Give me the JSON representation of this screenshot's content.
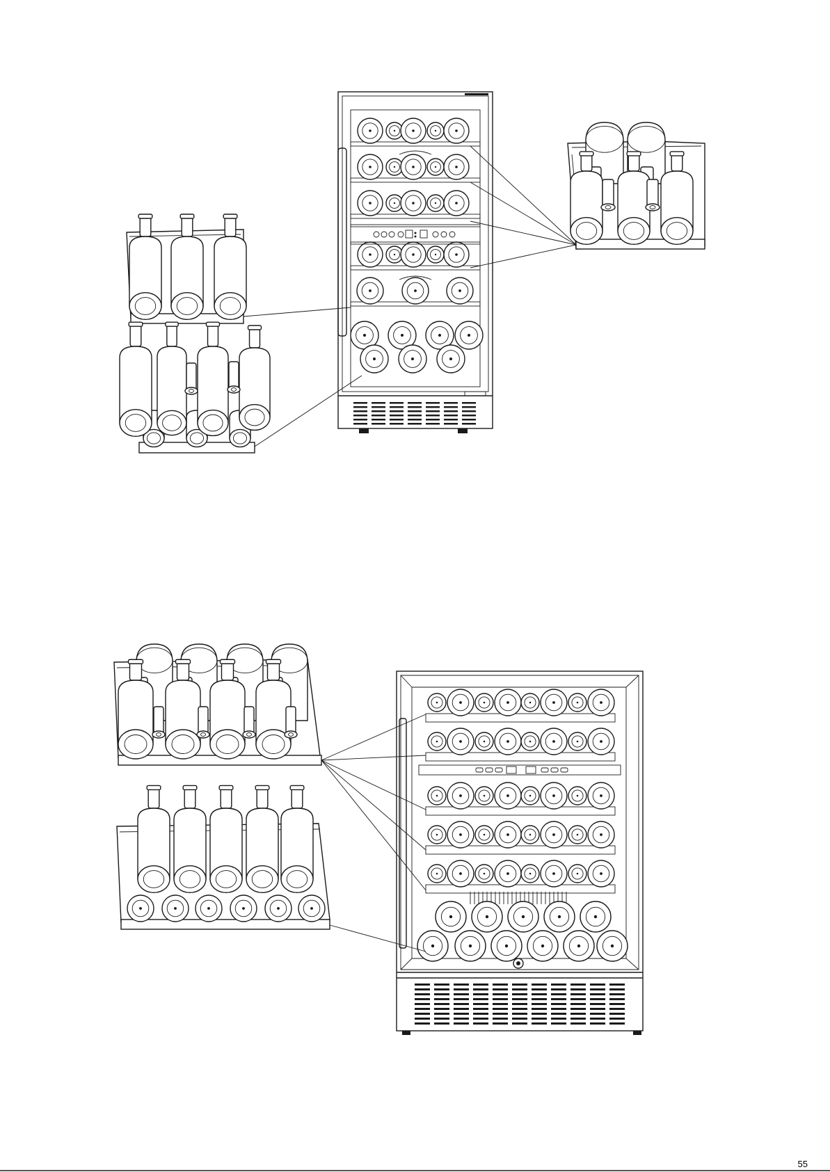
{
  "page": {
    "number": "55"
  },
  "figures": [
    {
      "id": "narrow-dual-zone-cooler",
      "shelves": [
        {
          "id": "top-shelf-1",
          "rows": 1,
          "bottles_per_row": 5
        },
        {
          "id": "top-shelf-2",
          "rows": 1,
          "bottles_per_row": 5
        },
        {
          "id": "top-shelf-3",
          "rows": 1,
          "bottles_per_row": 5
        },
        {
          "id": "bottom-shelf-1",
          "rows": 1,
          "bottles_per_row": 5
        },
        {
          "id": "bottom-shelf-2",
          "rows": 1,
          "bottles_per_row": 3
        },
        {
          "id": "base-shelf",
          "rows": 2,
          "bottles_per_row": 4
        }
      ],
      "callouts": [
        "top-shelves-detail",
        "three-bottle-shelf-detail",
        "base-shelf-detail"
      ]
    },
    {
      "id": "wide-dual-zone-cooler",
      "shelves": [
        {
          "id": "upper-shelf-1",
          "rows": 1,
          "bottles_per_row": 8
        },
        {
          "id": "upper-shelf-2",
          "rows": 1,
          "bottles_per_row": 8
        },
        {
          "id": "lower-shelf-1",
          "rows": 1,
          "bottles_per_row": 8
        },
        {
          "id": "lower-shelf-2",
          "rows": 1,
          "bottles_per_row": 8
        },
        {
          "id": "lower-shelf-3",
          "rows": 1,
          "bottles_per_row": 8
        },
        {
          "id": "base-shelf",
          "rows": 2,
          "bottles_per_row": 6
        }
      ],
      "callouts": [
        "standard-shelves-detail",
        "base-shelf-detail"
      ]
    }
  ],
  "colors": {
    "line": "#1a1a1a",
    "background": "#ffffff"
  }
}
